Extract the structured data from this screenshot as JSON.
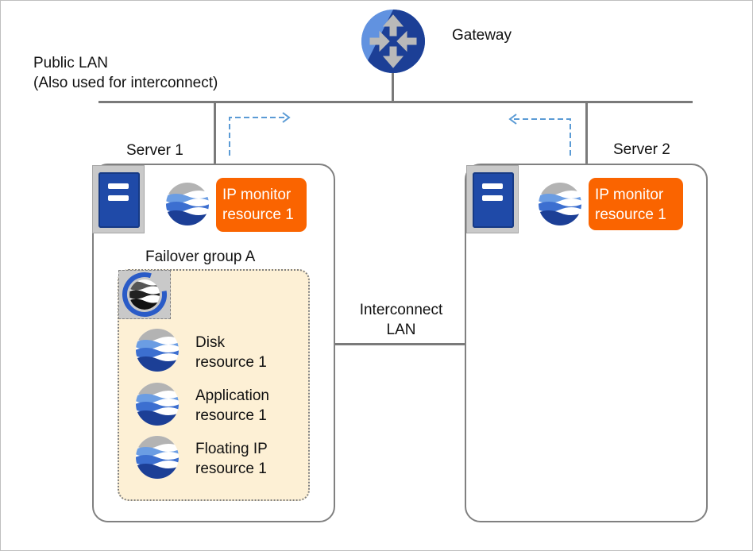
{
  "gateway": {
    "label": "Gateway"
  },
  "public_lan": {
    "line1": "Public LAN",
    "line2": "(Also used for interconnect)"
  },
  "interconnect": {
    "line1": "Interconnect",
    "line2": "LAN"
  },
  "server1": {
    "label": "Server 1",
    "monitor": {
      "line1": "IP monitor",
      "line2": "resource 1"
    },
    "group": {
      "label": "Failover group A",
      "resources": [
        {
          "line1": "Disk",
          "line2": "resource 1"
        },
        {
          "line1": "Application",
          "line2": "resource 1"
        },
        {
          "line1": "Floating IP",
          "line2": "resource 1"
        }
      ]
    }
  },
  "server2": {
    "label": "Server 2",
    "monitor": {
      "line1": "IP monitor",
      "line2": "resource 1"
    }
  },
  "colors": {
    "accent_orange": "#FA6400",
    "server_blue": "#1F4AA8",
    "group_fill": "#FDF0D5",
    "arrow_blue": "#5B9BD5"
  },
  "icons": {
    "gateway": "router-icon",
    "server": "server-icon",
    "resource": "resource-icon",
    "group": "failover-group-icon"
  }
}
